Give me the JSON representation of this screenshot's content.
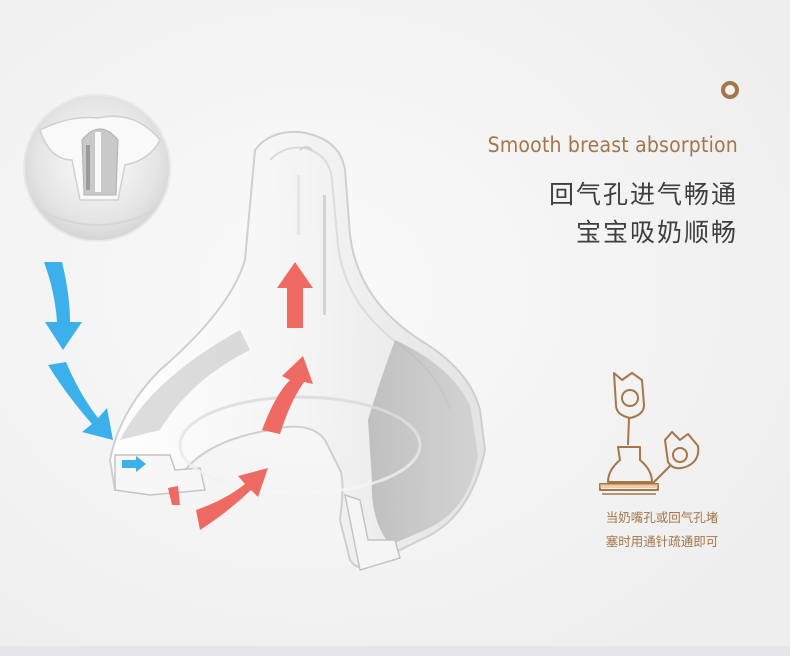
{
  "headline": {
    "en": "Smooth breast absorption",
    "cn_line1": "回气孔进气畅通",
    "cn_line2": "宝宝吸奶顺畅"
  },
  "note": {
    "line1": "当奶嘴孔或回气孔堵",
    "line2": "塞时用通针疏通即可"
  },
  "colors": {
    "accent": "#a4764a",
    "heading": "#3e3e3e",
    "air_arrow": "#3cb0ea",
    "milk_arrow": "#ee6a63"
  }
}
